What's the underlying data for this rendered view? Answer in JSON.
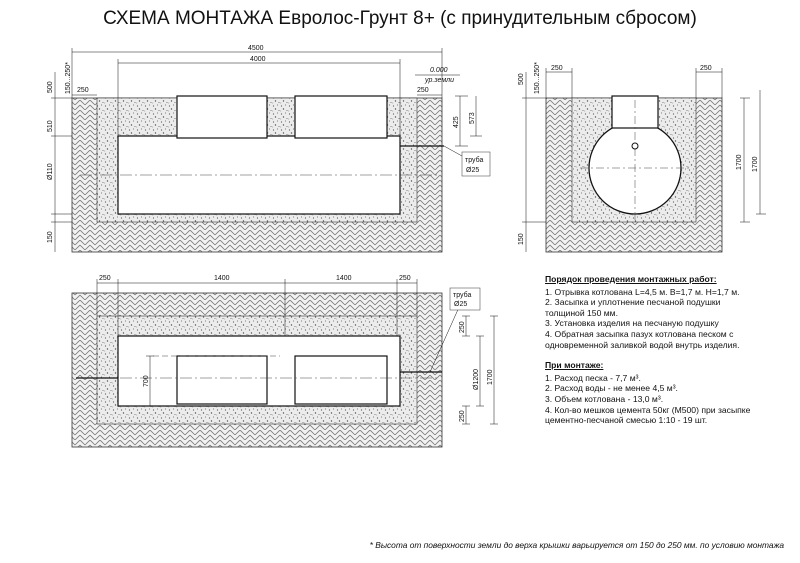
{
  "title": "СХЕМА МОНТАЖА Евролос-Грунт 8+ (с принудительным сбросом)",
  "dims": {
    "d4500": "4500",
    "d4000": "4000",
    "d250": "250",
    "d150_250": "150...250*",
    "d500": "500",
    "d510": "510",
    "d110": "Ø110",
    "d150": "150",
    "d425": "425",
    "d573": "573",
    "d1700": "1700",
    "d1400": "1400",
    "d700": "700",
    "d1200": "Ø1200",
    "level": "0.000",
    "level_label": "ур.земли",
    "pipe": "труба",
    "pipe_d": "Ø25"
  },
  "instructions": {
    "heading": "Порядок проведения монтажных работ:",
    "steps": [
      "1. Отрывка котлована L=4,5 м. В=1,7 м. Н=1,7 м.",
      "2. Засыпка и уплотнение песчаной подушки",
      "толщиной 150 мм.",
      "3. Установка изделия на песчаную подушку",
      "4. Обратная засыпка пазух котлована песком с",
      "одновременной заливкой водой внутрь изделия."
    ]
  },
  "materials": {
    "heading": "При монтаже:",
    "items": [
      "1. Расход песка - 7,7 м³.",
      "2. Расход воды - не менее 4,5 м³.",
      "3. Объем котлована - 13,0 м³.",
      "4. Кол-во мешков цемента 50кг (М500) при засыпке",
      "цементно-песчаной смесью 1:10 - 19 шт."
    ]
  },
  "footnote": "* Высота от поверхности земли до верха крышки варьируется от 150 до 250 мм. по условию монтажа"
}
